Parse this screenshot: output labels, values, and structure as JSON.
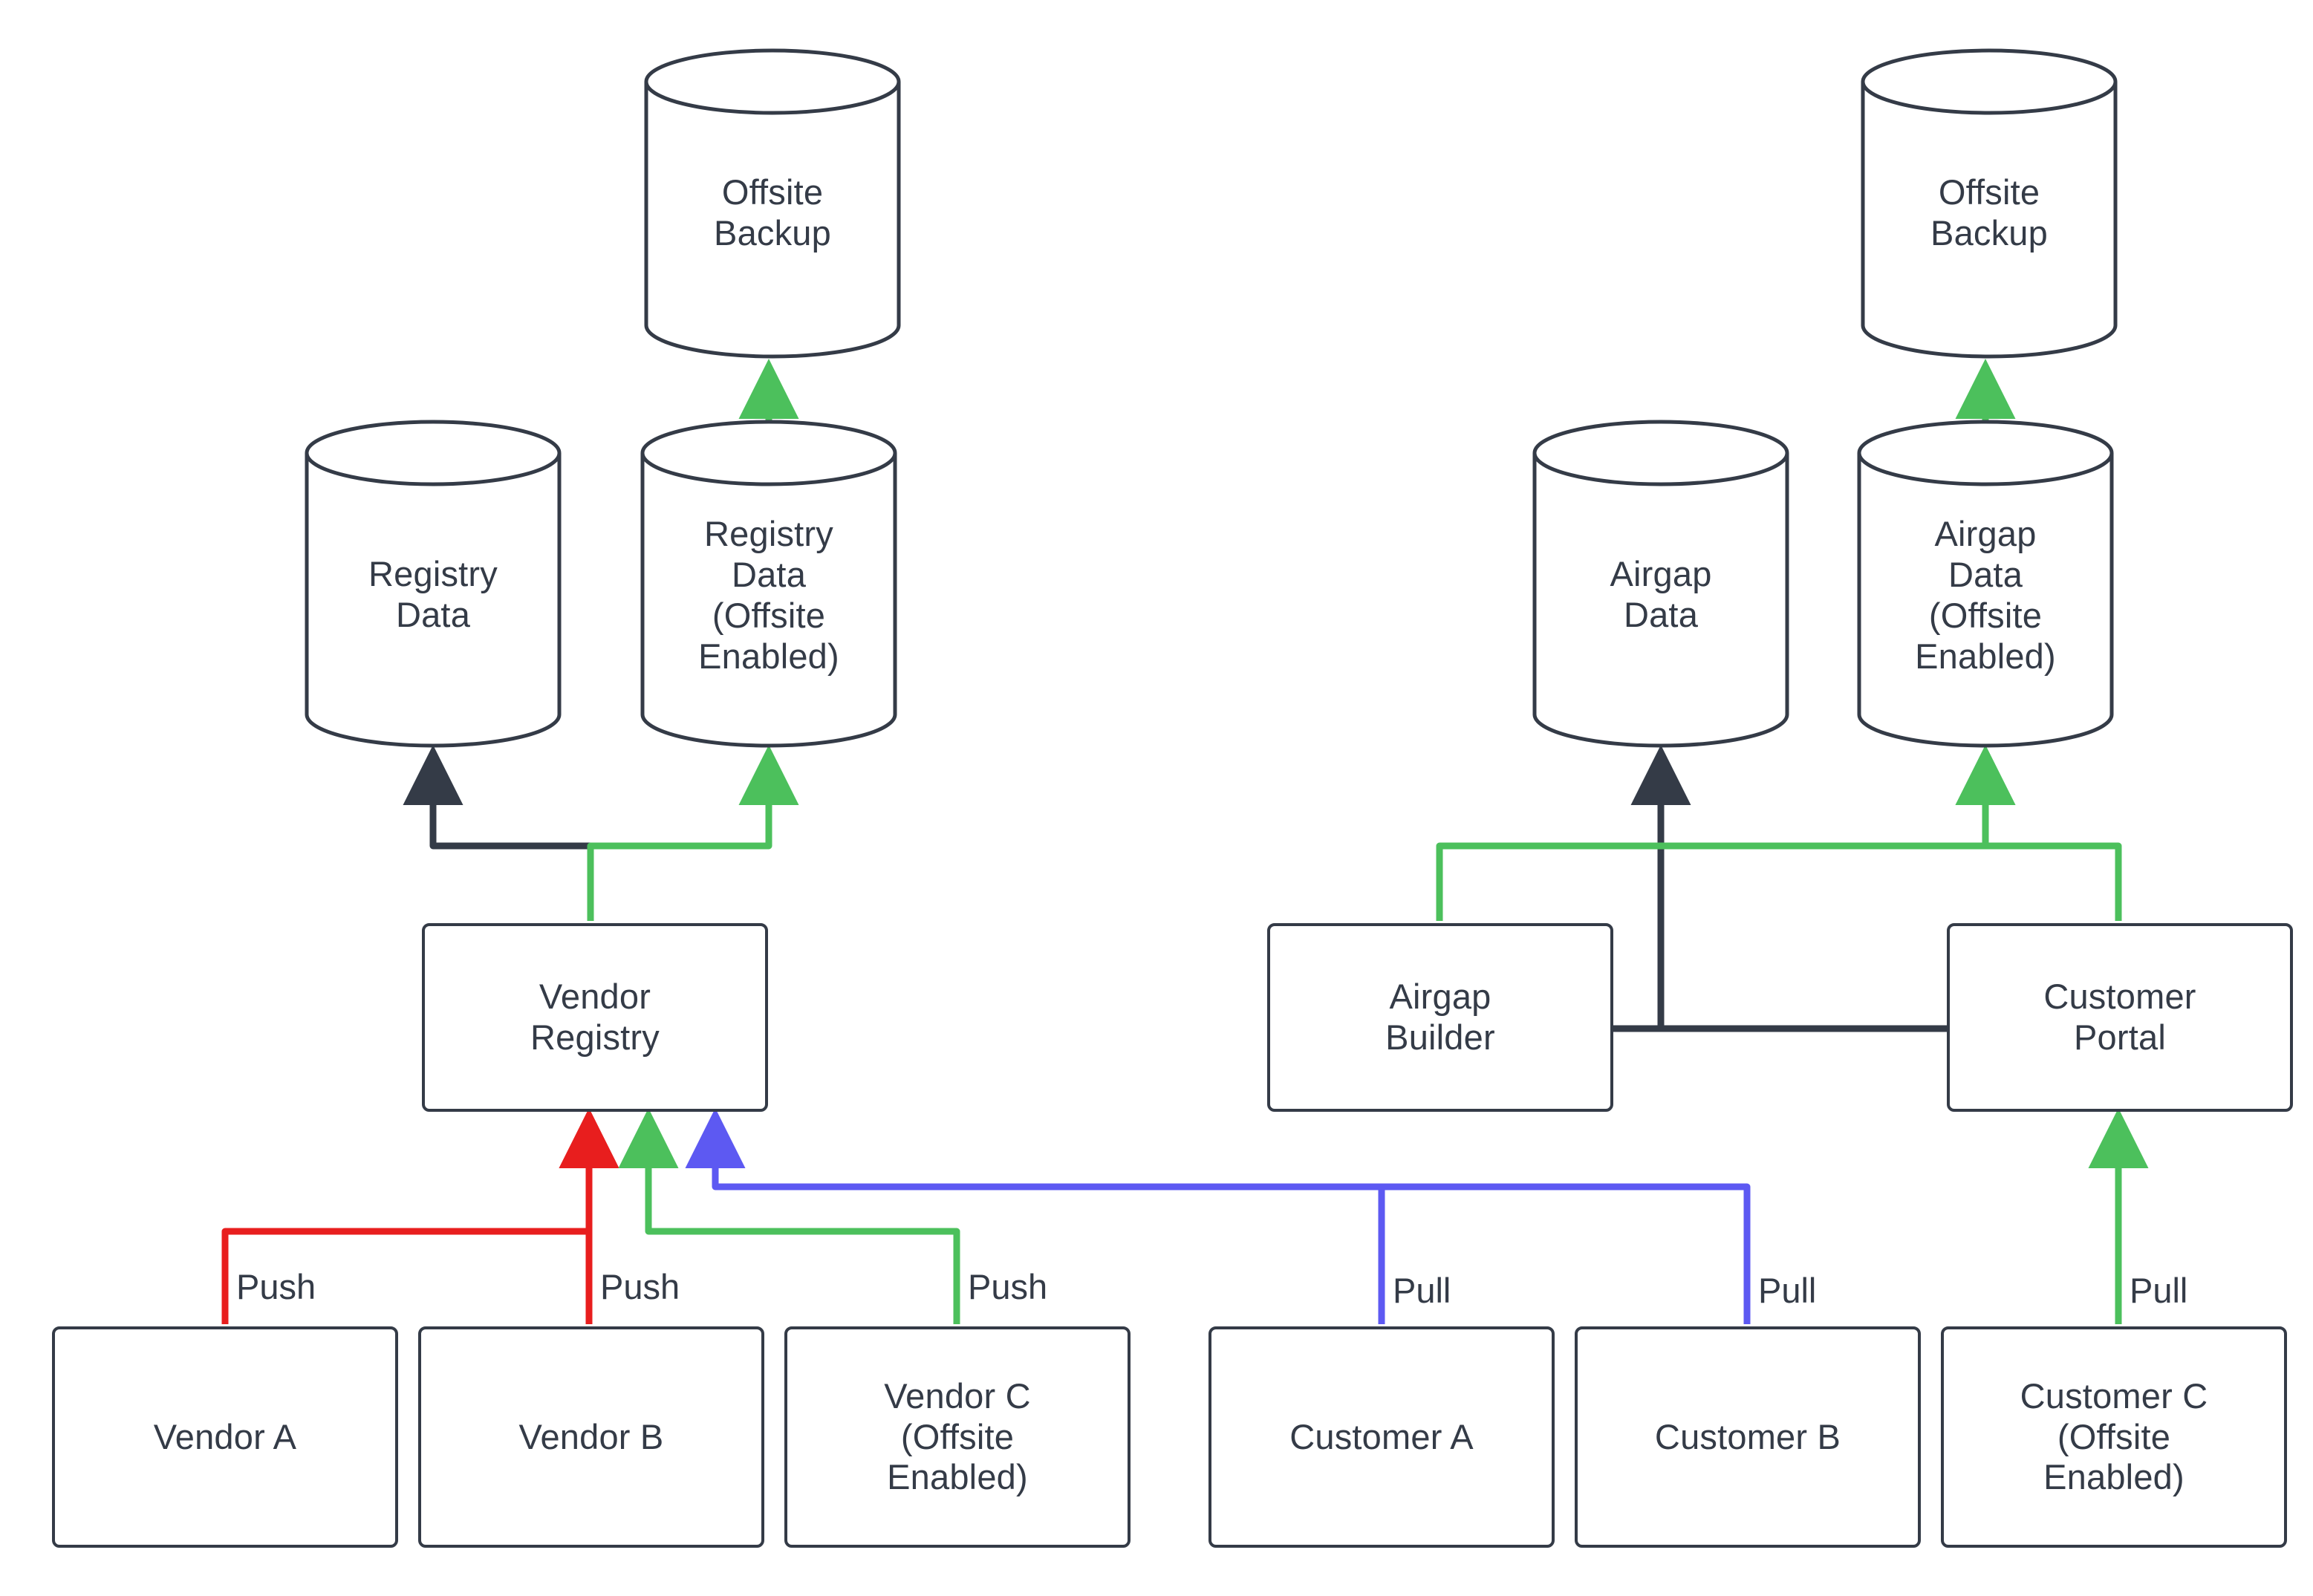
{
  "diagram": {
    "type": "flowchart",
    "background_color": "#ffffff",
    "stroke_color": "#343b47",
    "colors": {
      "default_edge": "#343b47",
      "push_red": "#e81e1e",
      "offsite_green": "#4cc05c",
      "pull_purple": "#5d59f2",
      "node_border": "#343b47",
      "text": "#343b47",
      "node_fill": "#ffffff"
    },
    "nodes": {
      "offsite_backup_left": {
        "label": "Offsite\nBackup",
        "shape": "cylinder"
      },
      "offsite_backup_right": {
        "label": "Offsite\nBackup",
        "shape": "cylinder"
      },
      "registry_data": {
        "label": "Registry\nData",
        "shape": "cylinder"
      },
      "registry_data_offsite": {
        "label": "Registry\nData\n(Offsite\nEnabled)",
        "shape": "cylinder"
      },
      "airgap_data": {
        "label": "Airgap\nData",
        "shape": "cylinder"
      },
      "airgap_data_offsite": {
        "label": "Airgap\nData\n(Offsite\nEnabled)",
        "shape": "cylinder"
      },
      "vendor_registry": {
        "label": "Vendor\nRegistry",
        "shape": "rounded-rect"
      },
      "airgap_builder": {
        "label": "Airgap\nBuilder",
        "shape": "rounded-rect"
      },
      "customer_portal": {
        "label": "Customer\nPortal",
        "shape": "rounded-rect"
      },
      "vendor_a": {
        "label": "Vendor A",
        "shape": "rounded-rect"
      },
      "vendor_b": {
        "label": "Vendor B",
        "shape": "rounded-rect"
      },
      "vendor_c": {
        "label": "Vendor C\n(Offsite\nEnabled)",
        "shape": "rounded-rect"
      },
      "customer_a": {
        "label": "Customer A",
        "shape": "rounded-rect"
      },
      "customer_b": {
        "label": "Customer B",
        "shape": "rounded-rect"
      },
      "customer_c": {
        "label": "Customer C\n(Offsite\nEnabled)",
        "shape": "rounded-rect"
      }
    },
    "edge_labels": {
      "vendor_a_push": "Push",
      "vendor_b_push": "Push",
      "vendor_c_push": "Push",
      "customer_a_pull": "Pull",
      "customer_b_pull": "Pull",
      "customer_c_pull": "Pull"
    },
    "edges": [
      {
        "from": "registry_data_offsite",
        "to": "offsite_backup_left",
        "color": "#4cc05c"
      },
      {
        "from": "airgap_data_offsite",
        "to": "offsite_backup_right",
        "color": "#4cc05c"
      },
      {
        "from": "vendor_registry",
        "to": "registry_data",
        "color": "#343b47"
      },
      {
        "from": "vendor_registry",
        "to": "registry_data_offsite",
        "color": "#4cc05c"
      },
      {
        "from": "airgap_builder",
        "to": "airgap_data_offsite",
        "color": "#4cc05c"
      },
      {
        "from": "customer_portal",
        "to": "airgap_data",
        "color": "#343b47"
      },
      {
        "from": "customer_portal",
        "to": "airgap_data_offsite",
        "color": "#4cc05c"
      },
      {
        "from": "vendor_a",
        "to": "vendor_registry",
        "color": "#e81e1e",
        "label": "Push"
      },
      {
        "from": "vendor_b",
        "to": "vendor_registry",
        "color": "#e81e1e",
        "label": "Push"
      },
      {
        "from": "vendor_c",
        "to": "vendor_registry",
        "color": "#4cc05c",
        "label": "Push"
      },
      {
        "from": "customer_a",
        "to": "vendor_registry",
        "color": "#5d59f2",
        "label": "Pull"
      },
      {
        "from": "customer_b",
        "to": "vendor_registry",
        "color": "#5d59f2",
        "label": "Pull"
      },
      {
        "from": "customer_c",
        "to": "customer_portal",
        "color": "#4cc05c",
        "label": "Pull"
      }
    ]
  }
}
